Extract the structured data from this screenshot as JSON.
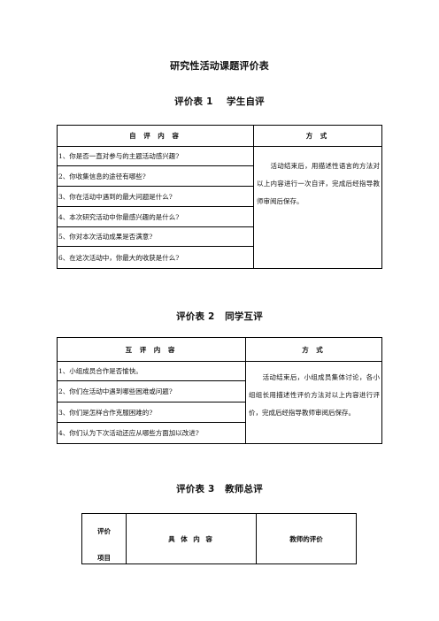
{
  "doc": {
    "title": "研究性活动课题评价表",
    "table1": {
      "heading": "评价表 1    学生自评",
      "col_content": "自 评 内 容",
      "col_method": "方 式",
      "items": [
        "1、你是否一直对参与的主题活动感兴趣?",
        "2、你收集信息的途径有哪些?",
        "3、你在活动中遇到的最大问题是什么?",
        "4、本次研究活动中你最感兴趣的是什么?",
        "5、你对本次活动成果是否满意?",
        "6、在这次活动中，你最大的收获是什么?"
      ],
      "method_text": "　　活动结束后，用描述性语言的方法对以上内容进行一次自评，完成后经指导教师审阅后保存。"
    },
    "table2": {
      "heading": "评价表 2   同学互评",
      "col_content": "互 评 内 容",
      "col_method": "方 式",
      "items": [
        "1、小组成员合作是否愉快。",
        "2、你们在活动中遇到哪些困难或问题?",
        "3、你们是怎样合作克服困难的?",
        "4、你们认为下次活动还应从哪些方面加以改进?"
      ],
      "method_text": "　　活动结束后，小组成员集体讨论，各小组组长用描述性评价方法对以上内容进行评价，完成后经指导教师审阅后保存。"
    },
    "table3": {
      "heading": "评价表 3   教师总评",
      "col_item_top": "评价",
      "col_item_bottom": "项目",
      "col_content": "具 体 内 容",
      "col_eval": "教师的评价"
    }
  }
}
